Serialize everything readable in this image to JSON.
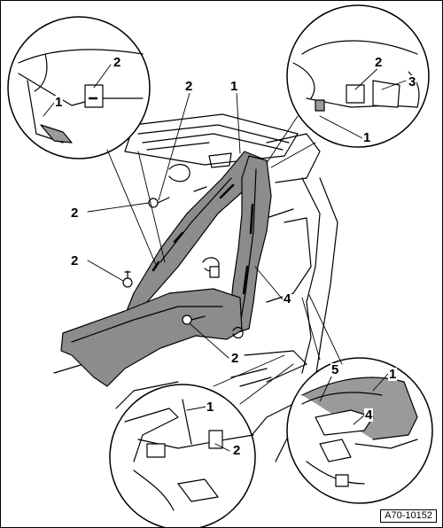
{
  "figure_id": "A70-10152",
  "callouts": [
    "1",
    "2",
    "3",
    "4",
    "5"
  ],
  "colors": {
    "panel_fill": "#8c8c8c",
    "detail_fill": "#9a9a9a",
    "line": "#000000",
    "background": "#ffffff"
  }
}
